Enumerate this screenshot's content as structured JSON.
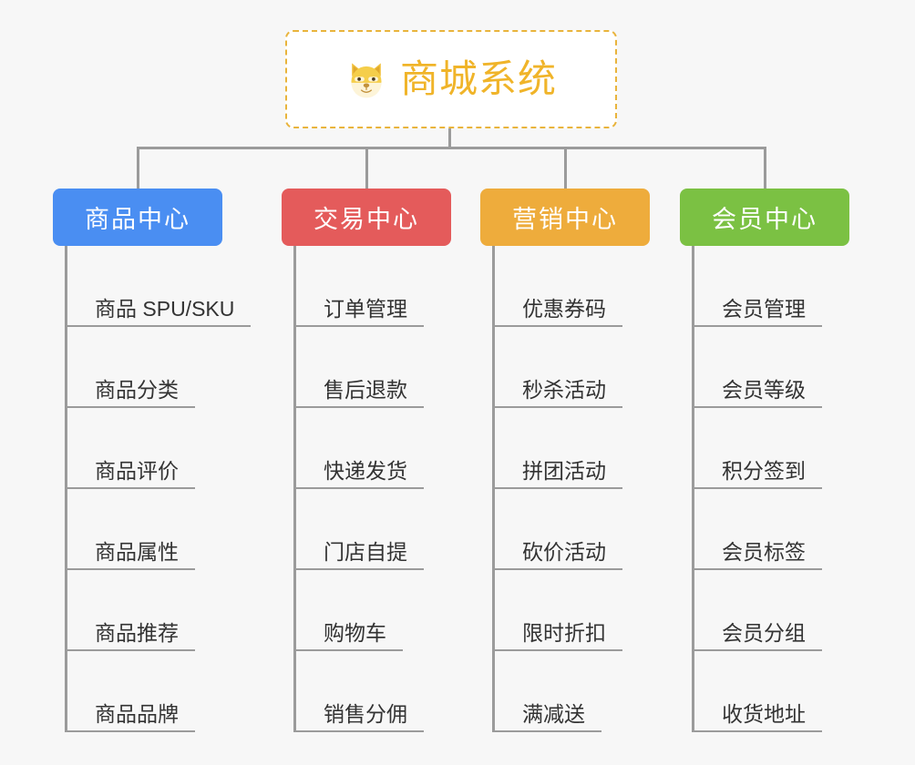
{
  "root": {
    "title": "商城系统",
    "icon": "shiba-dog-face-emoji",
    "border_color": "#e9b43c",
    "text_color": "#f0b429"
  },
  "connector_color": "#9b9b9b",
  "background_color": "#f7f7f7",
  "columns": [
    {
      "title": "商品中心",
      "color": "#4a8ef2",
      "items": [
        "商品 SPU/SKU",
        "商品分类",
        "商品评价",
        "商品属性",
        "商品推荐",
        "商品品牌"
      ]
    },
    {
      "title": "交易中心",
      "color": "#e45b5b",
      "items": [
        "订单管理",
        "售后退款",
        "快递发货",
        "门店自提",
        "购物车",
        "销售分佣"
      ]
    },
    {
      "title": "营销中心",
      "color": "#eeac3c",
      "items": [
        "优惠券码",
        "秒杀活动",
        "拼团活动",
        "砍价活动",
        "限时折扣",
        "满减送"
      ]
    },
    {
      "title": "会员中心",
      "color": "#7bc143",
      "items": [
        "会员管理",
        "会员等级",
        "积分签到",
        "会员标签",
        "会员分组",
        "收货地址"
      ]
    }
  ]
}
